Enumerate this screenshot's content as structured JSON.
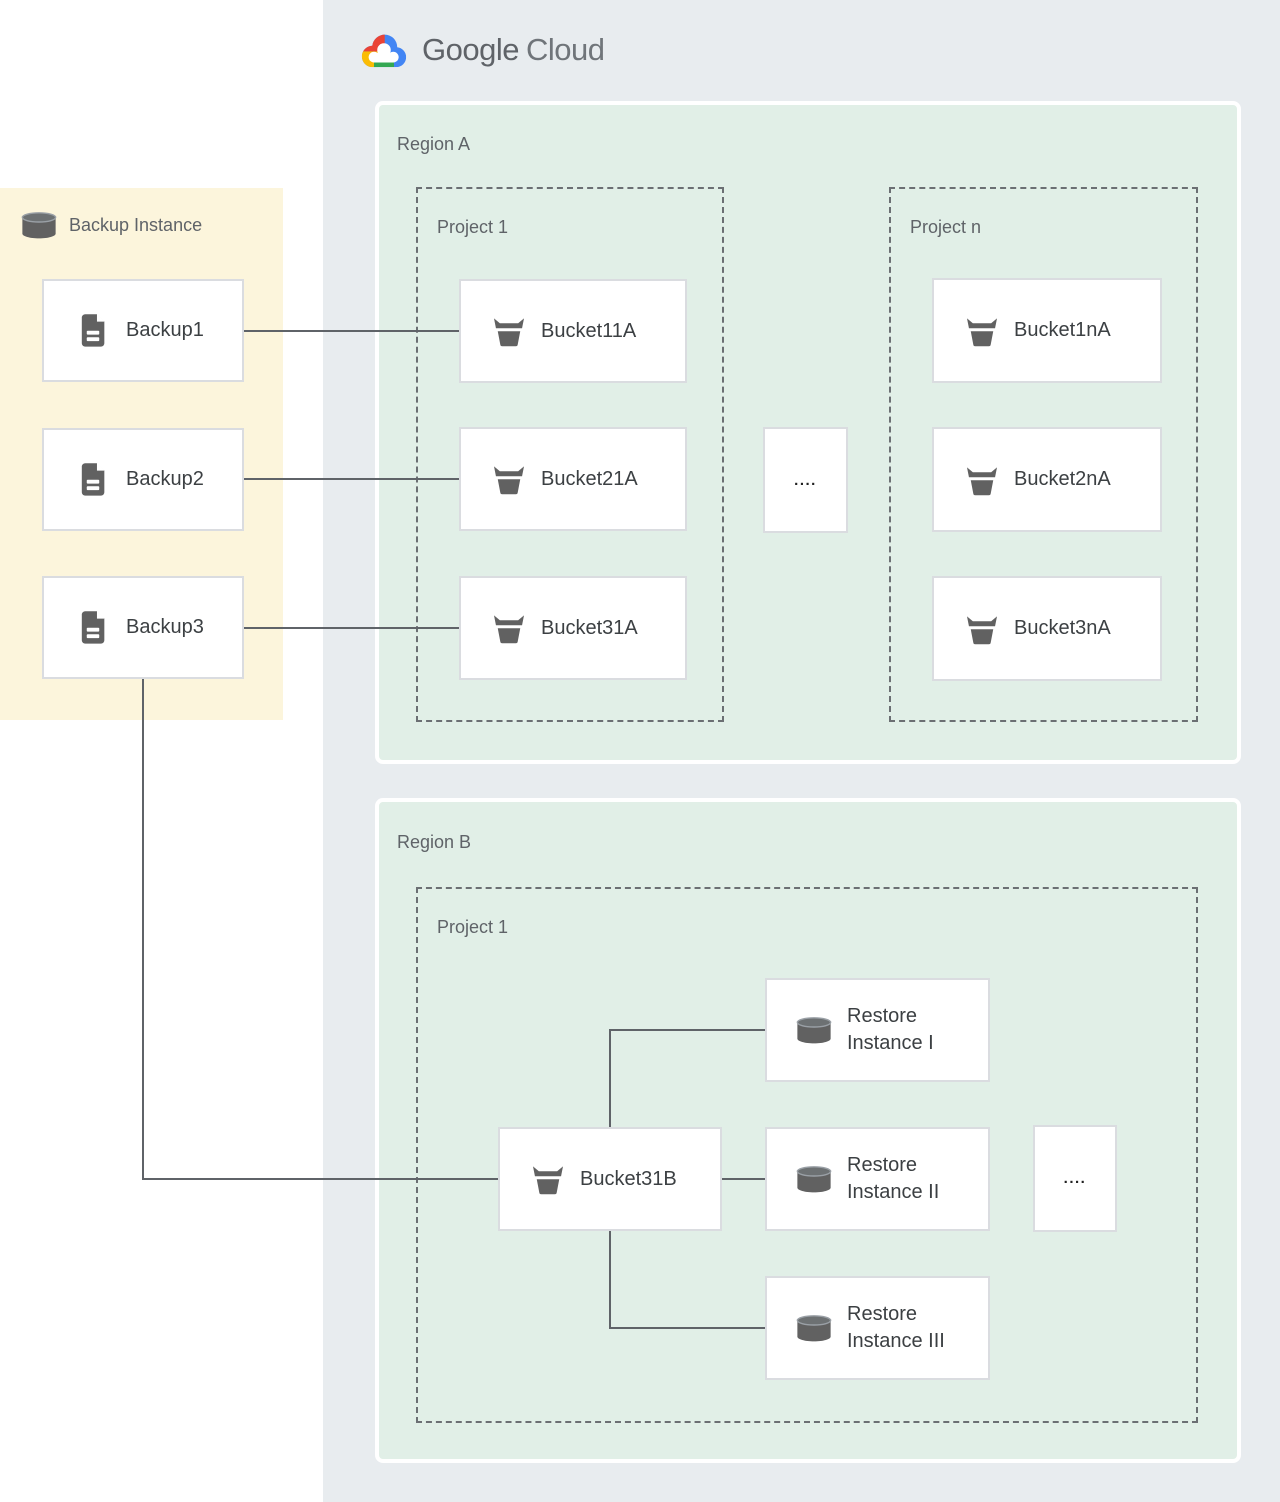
{
  "logo": {
    "google": "Google",
    "cloud": "Cloud"
  },
  "backup_panel": {
    "title": "Backup Instance",
    "items": [
      {
        "label": "Backup1"
      },
      {
        "label": "Backup2"
      },
      {
        "label": "Backup3"
      }
    ]
  },
  "region_a": {
    "label": "Region A",
    "project_1": {
      "label": "Project 1",
      "buckets": [
        "Bucket11A",
        "Bucket21A",
        "Bucket31A"
      ]
    },
    "ellipsis": "....",
    "project_n": {
      "label": "Project n",
      "buckets": [
        "Bucket1nA",
        "Bucket2nA",
        "Bucket3nA"
      ]
    }
  },
  "region_b": {
    "label": "Region B",
    "project_1": {
      "label": "Project 1",
      "bucket": "Bucket31B",
      "ellipsis": "....",
      "restore_instances": [
        {
          "line1": "Restore",
          "line2": "Instance I"
        },
        {
          "line1": "Restore",
          "line2": "Instance II"
        },
        {
          "line1": "Restore",
          "line2": "Instance III"
        }
      ]
    }
  },
  "icons": {
    "backup_panel_icon": "database-cylinder-icon",
    "backup_item_icon": "document-icon",
    "bucket_icon": "storage-bucket-icon",
    "restore_icon": "database-cylinder-icon",
    "logo_icon": "google-cloud-logo-icon"
  },
  "colors": {
    "container_bg": "#e8ecef",
    "region_bg": "#e1efe7",
    "backup_panel_bg": "#fcf5dc",
    "box_border": "#dadce0",
    "connector": "#5f6368",
    "icon_gray": "#616161",
    "text_dark": "#3c4043",
    "text_muted": "#5f6368",
    "google_blue": "#4285f4",
    "google_red": "#ea4335",
    "google_yellow": "#fbbc04",
    "google_green": "#34a853"
  }
}
